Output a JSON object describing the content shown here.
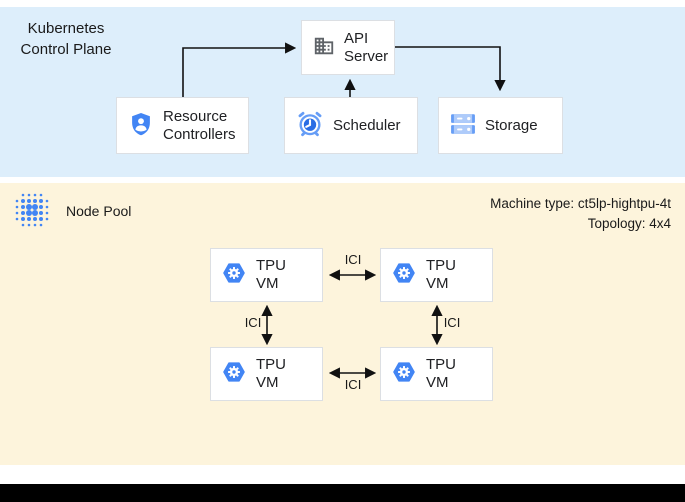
{
  "control_plane": {
    "title_line1": "Kubernetes",
    "title_line2": "Control Plane",
    "boxes": {
      "api_server": "API Server",
      "resource_controllers": "Resource Controllers",
      "scheduler": "Scheduler",
      "storage": "Storage"
    }
  },
  "node_pool": {
    "title": "Node Pool",
    "machine_type": "Machine type: ct5lp-hightpu-4t",
    "topology": "Topology: 4x4",
    "vms": [
      {
        "label": "TPU VM"
      },
      {
        "label": "TPU VM"
      },
      {
        "label": "TPU VM"
      },
      {
        "label": "TPU VM"
      }
    ],
    "links": {
      "top": "ICI",
      "bottom": "ICI",
      "left": "ICI",
      "right": "ICI"
    }
  },
  "icons": {
    "api_server": "building-icon",
    "resource_controllers": "shield-user-icon",
    "scheduler": "alarm-clock-icon",
    "storage": "storage-stack-icon",
    "node_pool": "dot-grid-icon",
    "tpu_vm": "hexagon-gear-icon"
  },
  "colors": {
    "control_plane_bg": "#ddeefb",
    "node_pool_bg": "#fdf4dc",
    "box_border": "#dcdfe3",
    "google_blue": "#4285f4",
    "light_blue": "#aecbfa",
    "icon_gray": "#5f6368",
    "arrow_black": "#111111",
    "footer_black": "#000000"
  }
}
